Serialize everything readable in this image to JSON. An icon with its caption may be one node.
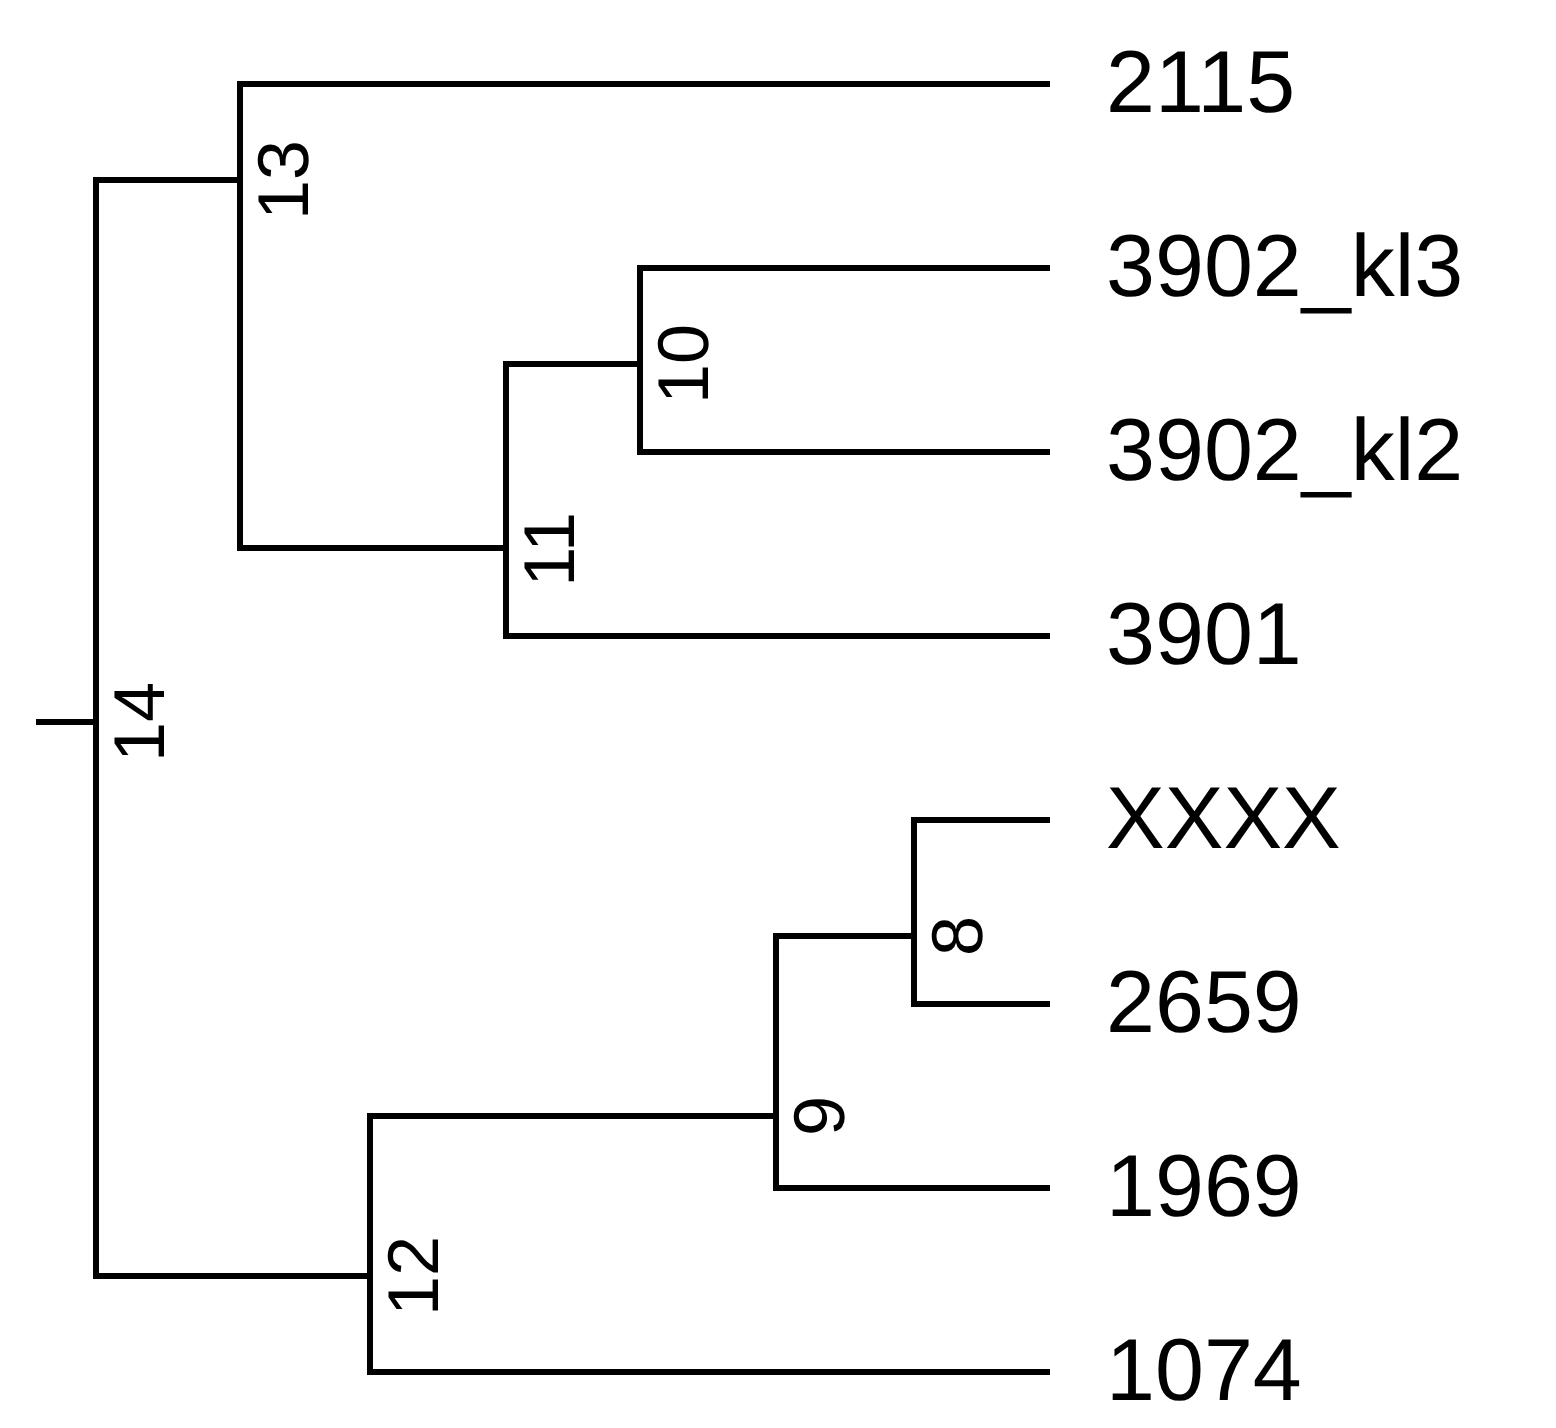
{
  "diagram": {
    "nodes": [
      {
        "text": [
          "14"
        ]
      },
      {
        "text": [
          "13"
        ]
      },
      {
        "text": [
          "2115"
        ]
      },
      {
        "text": [
          "11"
        ]
      },
      {
        "text": [
          "10"
        ]
      },
      {
        "text": [
          "3902_kl3"
        ]
      },
      {
        "text": [
          "3902_kl2"
        ]
      },
      {
        "text": [
          "3901"
        ]
      },
      {
        "text": [
          "12"
        ]
      },
      {
        "text": [
          "9"
        ]
      },
      {
        "text": [
          "8"
        ]
      },
      {
        "text": [
          "XXXX"
        ]
      },
      {
        "text": [
          "2659"
        ]
      },
      {
        "text": [
          "1969"
        ]
      },
      {
        "text": [
          "1074"
        ]
      }
    ],
    "edges": [
      {
        "from": null,
        "to": 0,
        "arrow": "none"
      },
      {
        "from": 0,
        "to": 1,
        "arrow": "none"
      },
      {
        "from": 0,
        "to": 8,
        "arrow": "none"
      },
      {
        "from": 1,
        "to": 2,
        "arrow": "none"
      },
      {
        "from": 1,
        "to": 3,
        "arrow": "none"
      },
      {
        "from": 3,
        "to": 4,
        "arrow": "none"
      },
      {
        "from": 3,
        "to": 7,
        "arrow": "none"
      },
      {
        "from": 4,
        "to": 5,
        "arrow": "none"
      },
      {
        "from": 4,
        "to": 6,
        "arrow": "none"
      },
      {
        "from": 8,
        "to": 9,
        "arrow": "none"
      },
      {
        "from": 8,
        "to": 14,
        "arrow": "none"
      },
      {
        "from": 9,
        "to": 10,
        "arrow": "none"
      },
      {
        "from": 9,
        "to": 13,
        "arrow": "none"
      },
      {
        "from": 10,
        "to": 11,
        "arrow": "none"
      },
      {
        "from": 10,
        "to": 12,
        "arrow": "none"
      }
    ]
  }
}
